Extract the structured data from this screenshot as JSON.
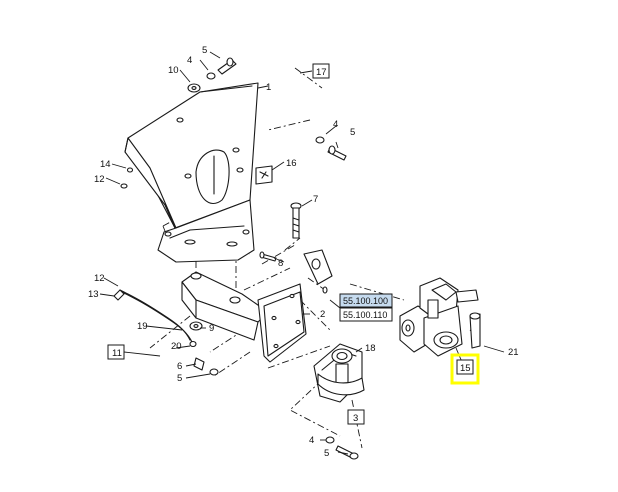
{
  "callouts": {
    "c1": "1",
    "c2": "2",
    "c3": "3",
    "c4a": "4",
    "c4b": "4",
    "c4c": "4",
    "c5a": "5",
    "c5b": "5",
    "c5c": "5",
    "c6": "6",
    "c7": "7",
    "c8": "8",
    "c9": "9",
    "c10": "10",
    "c11": "11",
    "c12a": "12",
    "c12b": "12",
    "c13": "13",
    "c14": "14",
    "c15": "15",
    "c16": "16",
    "c17": "17",
    "c18": "18",
    "c19": "19",
    "c20": "20",
    "c21": "21"
  },
  "references": {
    "ref1": "55.100.100",
    "ref2": "55.100.110"
  },
  "colors": {
    "highlight": "#ffff00",
    "link_fill": "#c6dbef",
    "ink": "#1a1a1a"
  }
}
